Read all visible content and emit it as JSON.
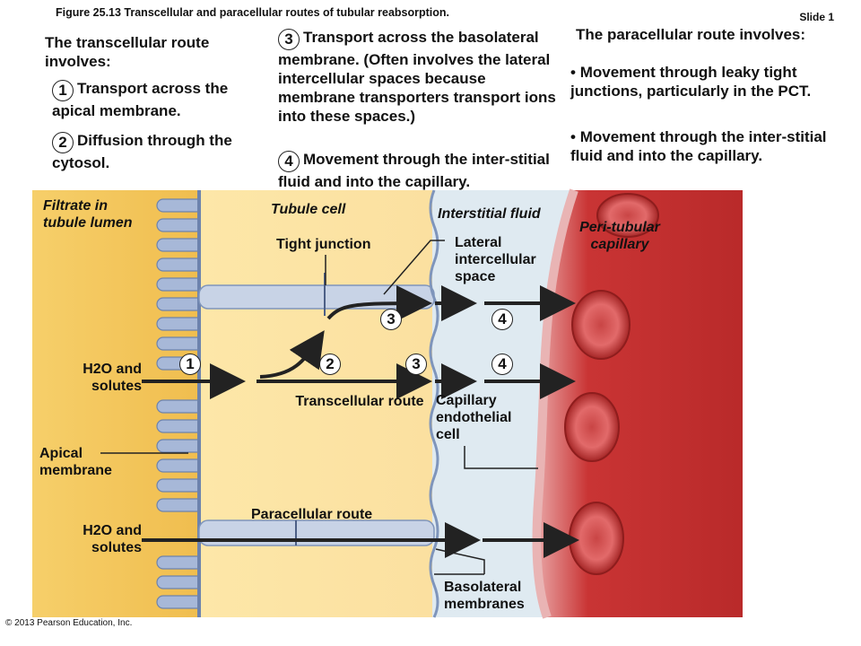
{
  "figure_caption": "Figure 25.13  Transcellular and paracellular routes of tubular reabsorption.",
  "slide_label": "Slide 1",
  "transcellular": {
    "heading": "The transcellular route involves:",
    "step1": "Transport across the apical membrane.",
    "step2": "Diffusion through the cytosol.",
    "step3": "Transport across the basolateral membrane. (Often involves the lateral intercellular spaces because membrane transporters transport ions into these spaces.)",
    "step4": "Movement through the inter-stitial fluid and into the capillary."
  },
  "paracellular": {
    "heading": "The paracellular route involves:",
    "bullet1": "Movement through leaky tight junctions, particularly in the PCT.",
    "bullet2": "Movement through the inter-stitial fluid and into the capillary."
  },
  "numbers": {
    "n1": "1",
    "n2": "2",
    "n3": "3",
    "n4": "4"
  },
  "labels": {
    "filtrate": "Filtrate in tubule lumen",
    "tubule_cell": "Tubule cell",
    "interstitial": "Interstitial fluid",
    "peritubular": "Peri-tubular capillary",
    "tight_junction": "Tight junction",
    "lateral_space": "Lateral intercellular space",
    "h2o_solutes_top": "H2O and solutes",
    "h2o_solutes_bottom": "H2O and solutes",
    "transcellular_route": "Transcellular route",
    "capillary_endo": "Capillary endothelial cell",
    "apical_membrane": "Apical membrane",
    "paracellular_route": "Paracellular route",
    "basolateral": "Basolateral membranes"
  },
  "copyright": "© 2013 Pearson Education, Inc.",
  "colors": {
    "lumen": "#f2c357",
    "cell": "#fbe6a6",
    "interstitial": "#dde9f0",
    "capillary": "#c22b2b",
    "membrane": "#8fa6c8"
  }
}
